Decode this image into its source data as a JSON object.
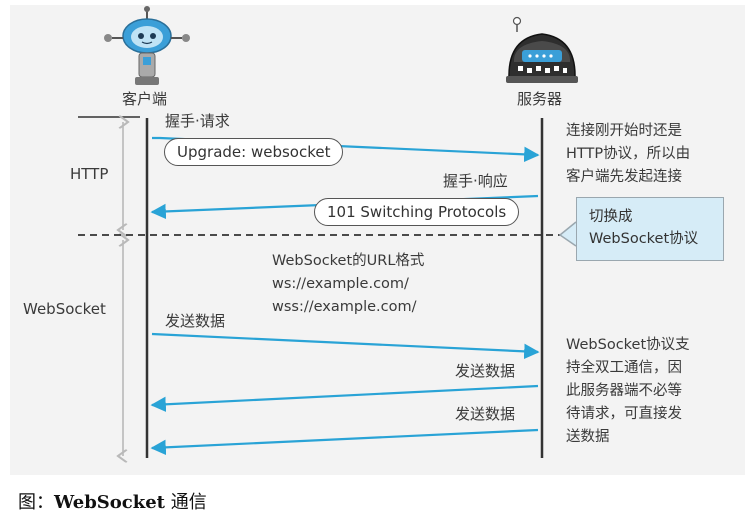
{
  "nodes": {
    "client": "客户端",
    "server": "服务器"
  },
  "phases": {
    "http": "HTTP",
    "websocket": "WebSocket"
  },
  "handshake": {
    "request_label": "握手·请求",
    "request_message": "Upgrade: websocket",
    "response_label": "握手·响应",
    "response_message": "101 Switching Protocols",
    "note_right": [
      "连接刚开始时还是",
      "HTTP协议，所以由",
      "客户端先发起连接"
    ],
    "switch_note": [
      "切换成",
      "WebSocket协议"
    ]
  },
  "url_format": {
    "title": "WebSocket的URL格式",
    "ws": "ws://example.com/",
    "wss": "wss://example.com/"
  },
  "data_frames": {
    "send_1": "发送数据",
    "send_2": "发送数据",
    "send_3": "发送数据",
    "note_right": [
      "WebSocket协议支",
      "持全双工通信，因",
      "此服务器端不必等",
      "待请求，可直接发",
      "送数据"
    ]
  },
  "caption": {
    "prefix": "图：",
    "title": "WebSocket",
    "suffix": " 通信"
  },
  "colors": {
    "arrow": "#29a3d6",
    "line": "#333333",
    "bracket": "#b9b9b9",
    "note_fill": "#d6ecf7",
    "robot_blue": "#3b9fd8"
  },
  "icons": {
    "client": "robot-icon",
    "server": "server-machine-icon"
  }
}
